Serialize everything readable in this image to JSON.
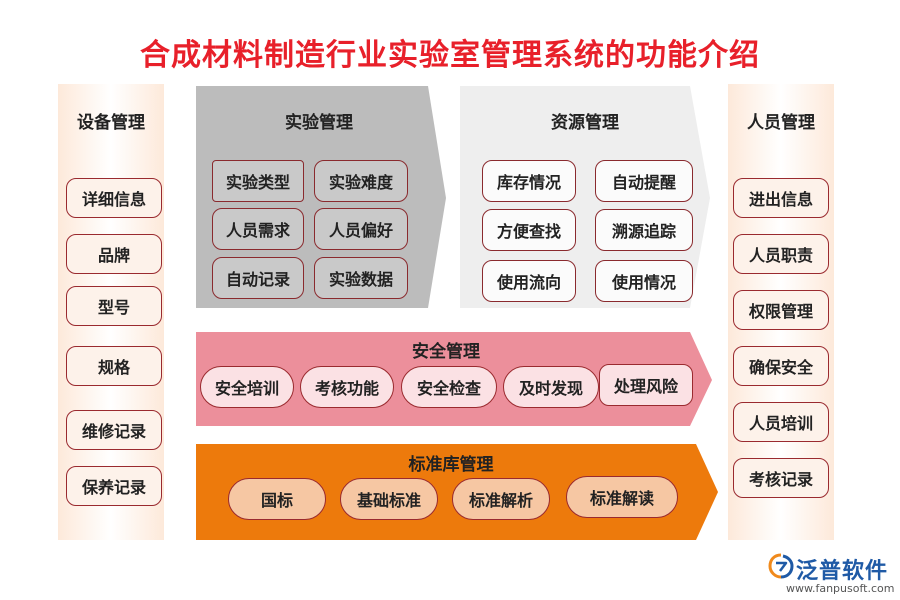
{
  "title": "合成材料制造行业实验室管理系统的功能介绍",
  "equipment": {
    "header": "设备管理",
    "items": [
      "详细信息",
      "品牌",
      "型号",
      "规格",
      "维修记录",
      "保养记录"
    ]
  },
  "experiment": {
    "header": "实验管理",
    "items": [
      "实验类型",
      "实验难度",
      "人员需求",
      "人员偏好",
      "自动记录",
      "实验数据"
    ]
  },
  "resource": {
    "header": "资源管理",
    "items": [
      "库存情况",
      "自动提醒",
      "方便查找",
      "溯源追踪",
      "使用流向",
      "使用情况"
    ]
  },
  "personnel": {
    "header": "人员管理",
    "items": [
      "进出信息",
      "人员职责",
      "权限管理",
      "确保安全",
      "人员培训",
      "考核记录"
    ]
  },
  "safety": {
    "header": "安全管理",
    "items": [
      "安全培训",
      "考核功能",
      "安全检查",
      "及时发现",
      "处理风险"
    ]
  },
  "standards": {
    "header": "标准库管理",
    "items": [
      "国标",
      "基础标准",
      "标准解析",
      "标准解读"
    ]
  },
  "logo": {
    "name": "泛普软件",
    "url": "www.fanpusoft.com"
  },
  "colors": {
    "title": "#e8202a",
    "experiment_band": "#bcbcbc",
    "resource_band": "#eeeeee",
    "safety_band": "#ec8f9b",
    "standards_band": "#ed7a0c",
    "side_column": "#fde9da",
    "border": "#9a2a2f"
  }
}
